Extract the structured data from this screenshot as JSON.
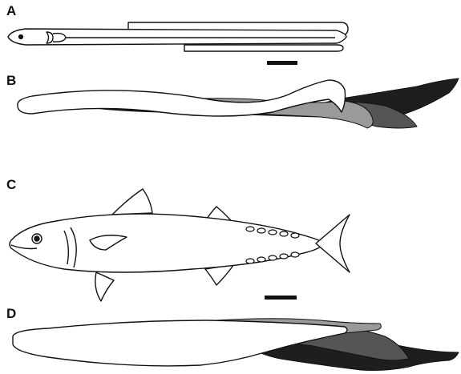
{
  "figure": {
    "panels": [
      {
        "label": "A"
      },
      {
        "label": "B"
      },
      {
        "label": "C"
      },
      {
        "label": "D"
      }
    ],
    "scale_bar_count": 2
  }
}
